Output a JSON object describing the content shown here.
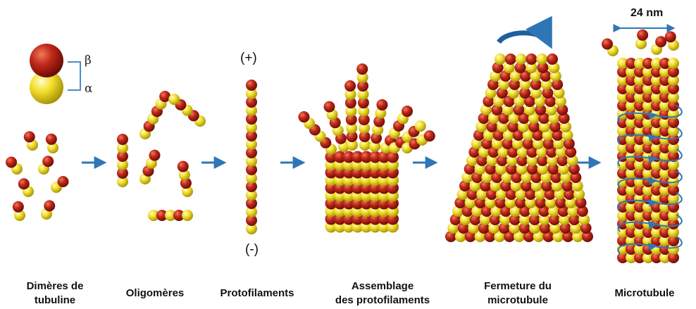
{
  "colors": {
    "beta": "#b51f10",
    "alpha": "#f0de1a",
    "arrow": "#2e76b6"
  },
  "legend": {
    "beta": "β",
    "alpha": "α"
  },
  "polarity": {
    "plus": "(+)",
    "minus": "(-)"
  },
  "dimension": "24 nm",
  "stages": [
    {
      "line1": "Dimères de",
      "line2": "tubuline"
    },
    {
      "line1": "Oligomères",
      "line2": ""
    },
    {
      "line1": "Protofilaments",
      "line2": ""
    },
    {
      "line1": "Assemblage",
      "line2": "des protofilaments"
    },
    {
      "line1": "Fermeture du",
      "line2": "microtubule"
    },
    {
      "line1": "Microtubule",
      "line2": ""
    }
  ]
}
